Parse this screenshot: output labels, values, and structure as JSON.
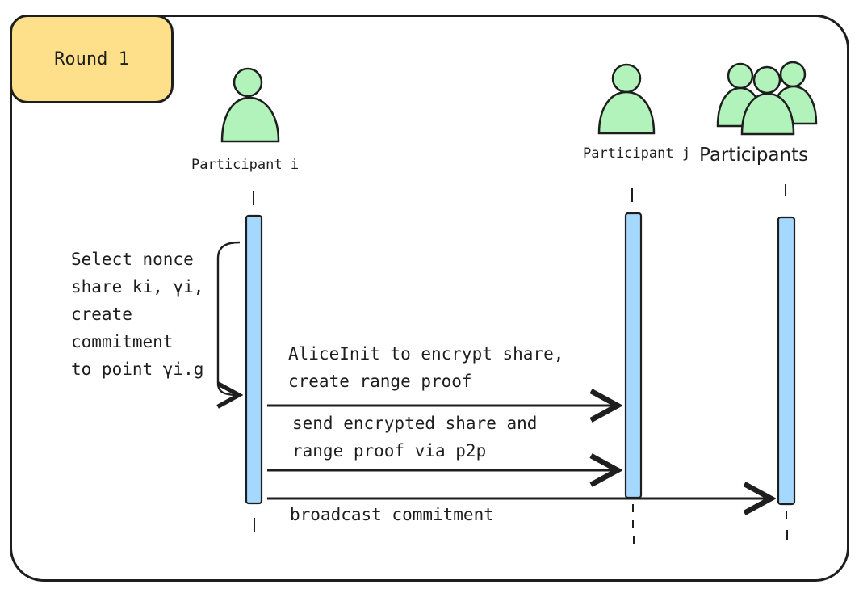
{
  "round": {
    "label": "Round 1"
  },
  "participants": {
    "i": {
      "label": "Participant i"
    },
    "j": {
      "label": "Participant j"
    },
    "all": {
      "label": "Participants"
    }
  },
  "note": {
    "lines": [
      "Select nonce",
      "share ki, γi,",
      "create",
      "commitment",
      "to point γi.g"
    ]
  },
  "messages": [
    {
      "lines": [
        "AliceInit to encrypt share,",
        "create range proof"
      ]
    },
    {
      "lines": [
        "send encrypted share and",
        "range proof via p2p"
      ]
    },
    {
      "lines": [
        "broadcast commitment"
      ]
    }
  ],
  "colors": {
    "actor_fill": "#b2f2bb",
    "activation_fill": "#a5d8ff",
    "badge_fill": "#ffe08a",
    "stroke": "#1e1e1e"
  }
}
